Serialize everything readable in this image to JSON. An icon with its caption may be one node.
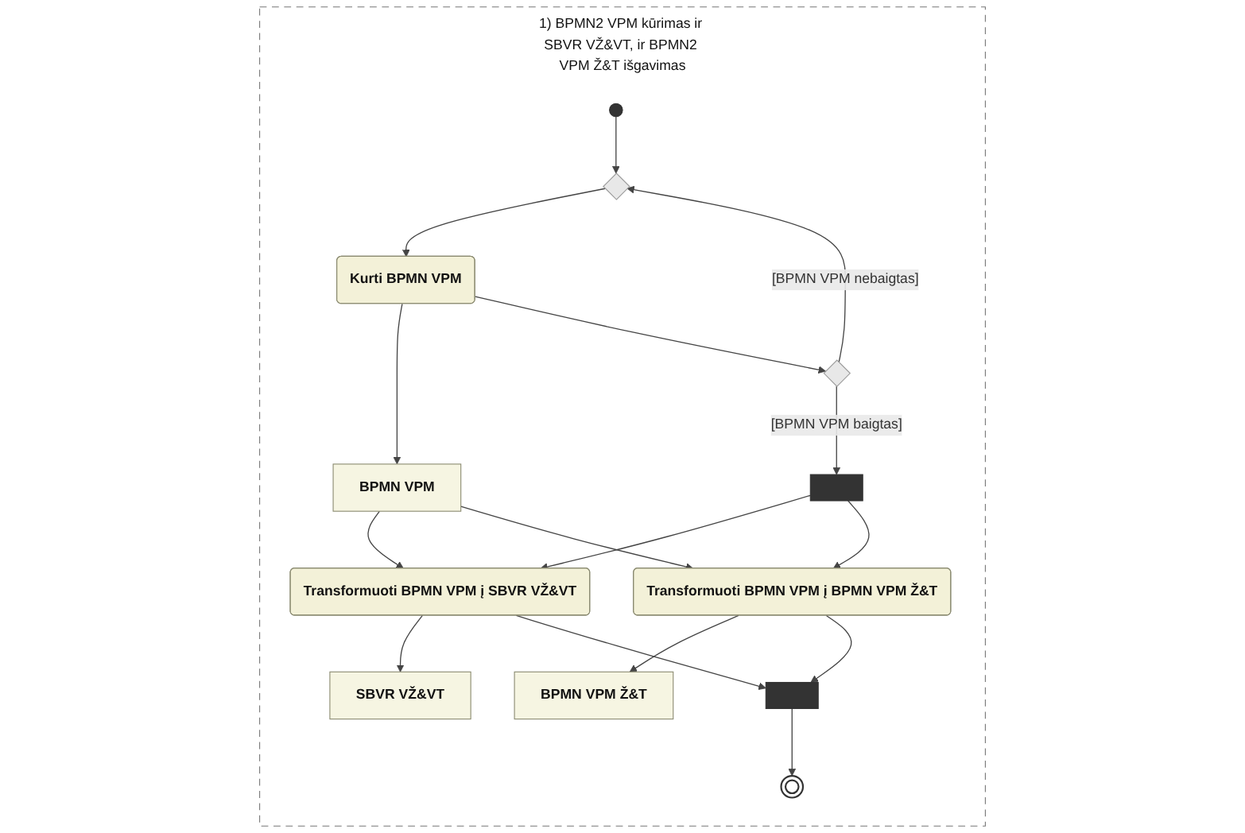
{
  "diagram": {
    "nodes": [
      {
        "text": [
          "1) BPMN2 VPM kūrimas ir SBVR VŽ&VT, ir BPMN2 VPM Ž&T išgavimas"
        ]
      },
      {
        "text": [],
        "shape": "circle",
        "in": 0
      },
      {
        "text": [],
        "shape": "diamond",
        "in": 0
      },
      {
        "text": [
          "Kurti BPMN VPM"
        ],
        "in": 0
      },
      {
        "text": [
          "BPMN VPM"
        ],
        "in": 0
      },
      {
        "text": [],
        "shape": "diamond",
        "in": 0
      },
      {
        "text": [],
        "shape": "bar",
        "in": 0
      },
      {
        "text": [
          "Transformuoti BPMN VPM į SBVR VŽ&VT"
        ],
        "in": 0
      },
      {
        "text": [
          "Transformuoti BPMN VPM į BPMN VPM Ž&T"
        ],
        "in": 0
      },
      {
        "text": [
          "SBVR VŽ&VT"
        ],
        "in": 0
      },
      {
        "text": [
          "BPMN VPM Ž&T"
        ],
        "in": 0
      },
      {
        "text": [],
        "shape": "bar",
        "in": 0
      },
      {
        "text": [],
        "shape": "circle",
        "in": 0
      }
    ],
    "edges": [
      {
        "from": 1,
        "to": 2,
        "arrow": "to"
      },
      {
        "from": 2,
        "to": 3,
        "arrow": "to"
      },
      {
        "from": 3,
        "to": 4,
        "arrow": "to"
      },
      {
        "from": 3,
        "to": 5,
        "arrow": "to"
      },
      {
        "from": 5,
        "to": 2,
        "arrow": "to",
        "label": "[BPMN VPM nebaigtas]"
      },
      {
        "from": 5,
        "to": 6,
        "arrow": "to",
        "label": "[BPMN VPM baigtas]"
      },
      {
        "from": 6,
        "to": 7,
        "arrow": "to"
      },
      {
        "from": 6,
        "to": 8,
        "arrow": "to"
      },
      {
        "from": 4,
        "to": 7,
        "arrow": "to"
      },
      {
        "from": 4,
        "to": 8,
        "arrow": "to"
      },
      {
        "from": 7,
        "to": 9,
        "arrow": "to"
      },
      {
        "from": 8,
        "to": 10,
        "arrow": "to"
      },
      {
        "from": 7,
        "to": 11,
        "arrow": "to"
      },
      {
        "from": 8,
        "to": 11,
        "arrow": "to"
      },
      {
        "from": 11,
        "to": 12,
        "arrow": "to"
      }
    ]
  }
}
